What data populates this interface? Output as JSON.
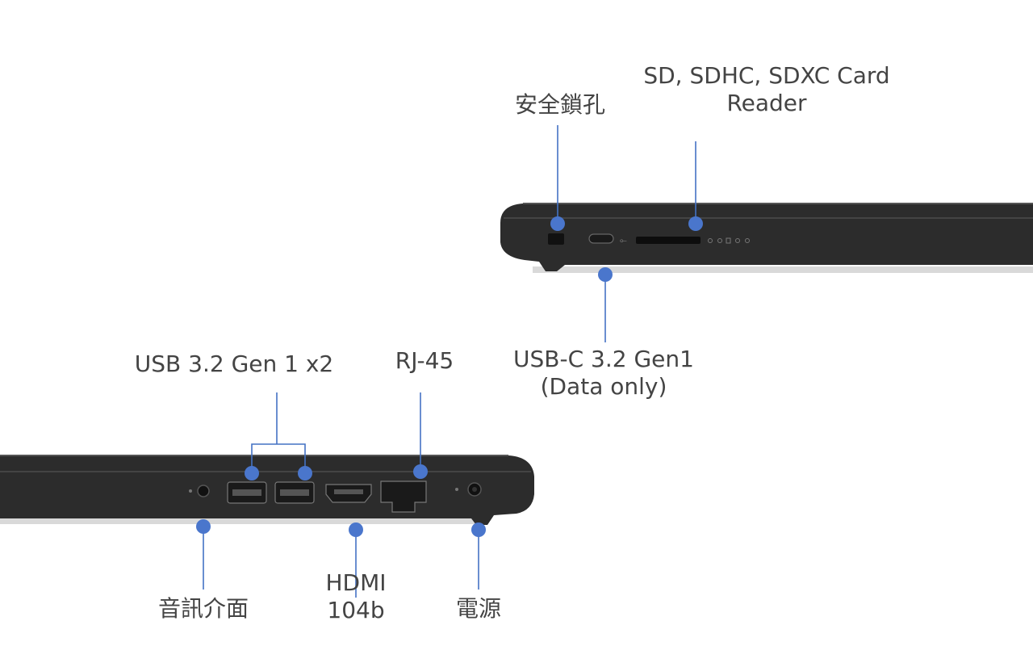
{
  "labels": {
    "security_lock": "安全鎖孔",
    "sd_card_reader": "SD, SDHC, SDXC Card\nReader",
    "usb_c": "USB-C 3.2 Gen1\n(Data only)",
    "usb_a": "USB 3.2 Gen 1 x2",
    "rj45": "RJ-45",
    "audio": "音訊介面",
    "hdmi": "HDMI\n104b",
    "power": "電源"
  },
  "colors": {
    "accent": "#4472c4",
    "marker": "#4a76cc",
    "chassis": "#2b2b2b",
    "chassis_edge": "#3c3c3c",
    "text": "#444444"
  }
}
